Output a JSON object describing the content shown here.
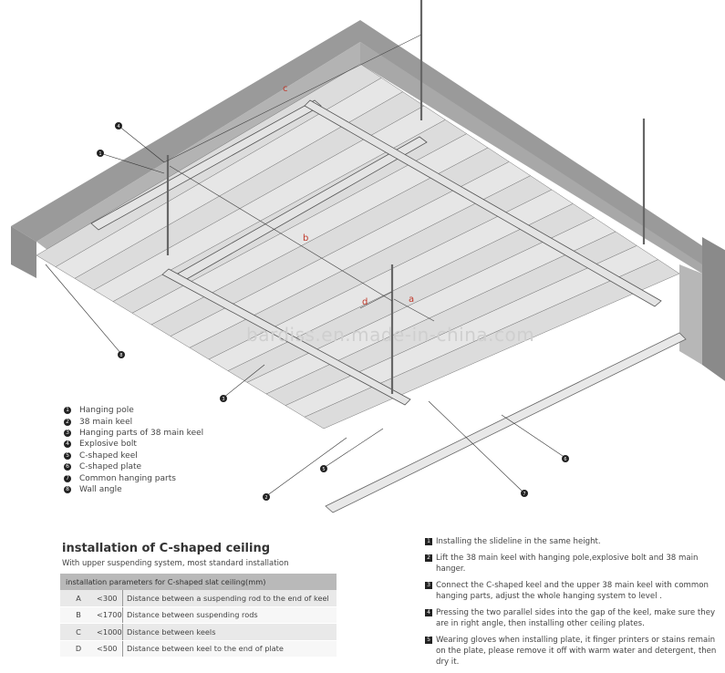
{
  "diagram": {
    "dimension_labels": [
      "c",
      "b",
      "d",
      "a"
    ],
    "callouts": [
      "1",
      "2",
      "3",
      "4",
      "5",
      "6",
      "7",
      "8"
    ],
    "watermark": "bardiss.en.made-in-china.com"
  },
  "legend": [
    {
      "num": "1",
      "label": "Hanging pole"
    },
    {
      "num": "2",
      "label": "38 main keel"
    },
    {
      "num": "3",
      "label": "Hanging parts of 38 main keel"
    },
    {
      "num": "4",
      "label": "Explosive bolt"
    },
    {
      "num": "5",
      "label": "C-shaped keel"
    },
    {
      "num": "6",
      "label": "C-shaped plate"
    },
    {
      "num": "7",
      "label": "Common hanging parts"
    },
    {
      "num": "8",
      "label": "Wall angle"
    }
  ],
  "section": {
    "title": "installation of C-shaped ceiling",
    "subtitle": "With upper suspending system, most standard installation"
  },
  "table": {
    "header": "installation parameters for C-shaped slat ceiling(mm)",
    "rows": [
      {
        "key": "A",
        "value": "<300",
        "desc": "Distance between a suspending rod to the end of keel"
      },
      {
        "key": "B",
        "value": "<1700",
        "desc": "Distance between suspending rods"
      },
      {
        "key": "C",
        "value": "<1000",
        "desc": "Distance between keels"
      },
      {
        "key": "D",
        "value": "<500",
        "desc": "Distance between keel to the end of plate"
      }
    ]
  },
  "steps": [
    {
      "num": "1",
      "text": "Installing the slideline in the same height."
    },
    {
      "num": "2",
      "text": "Lift the 38 main keel with hanging pole,explosive bolt and 38 main hanger."
    },
    {
      "num": "3",
      "text": "Connect the C-shaped keel and the upper 38 main keel with common hanging parts, adjust the whole hanging  system to level ."
    },
    {
      "num": "4",
      "text": "Pressing the two parallel sides into the gap of the keel, make sure they are in right angle, then installing other ceiling plates."
    },
    {
      "num": "5",
      "text": "Wearing gloves when installing plate, it finger printers or stains remain on the plate, please remove it off with warm water and detergent, then dry it."
    }
  ]
}
